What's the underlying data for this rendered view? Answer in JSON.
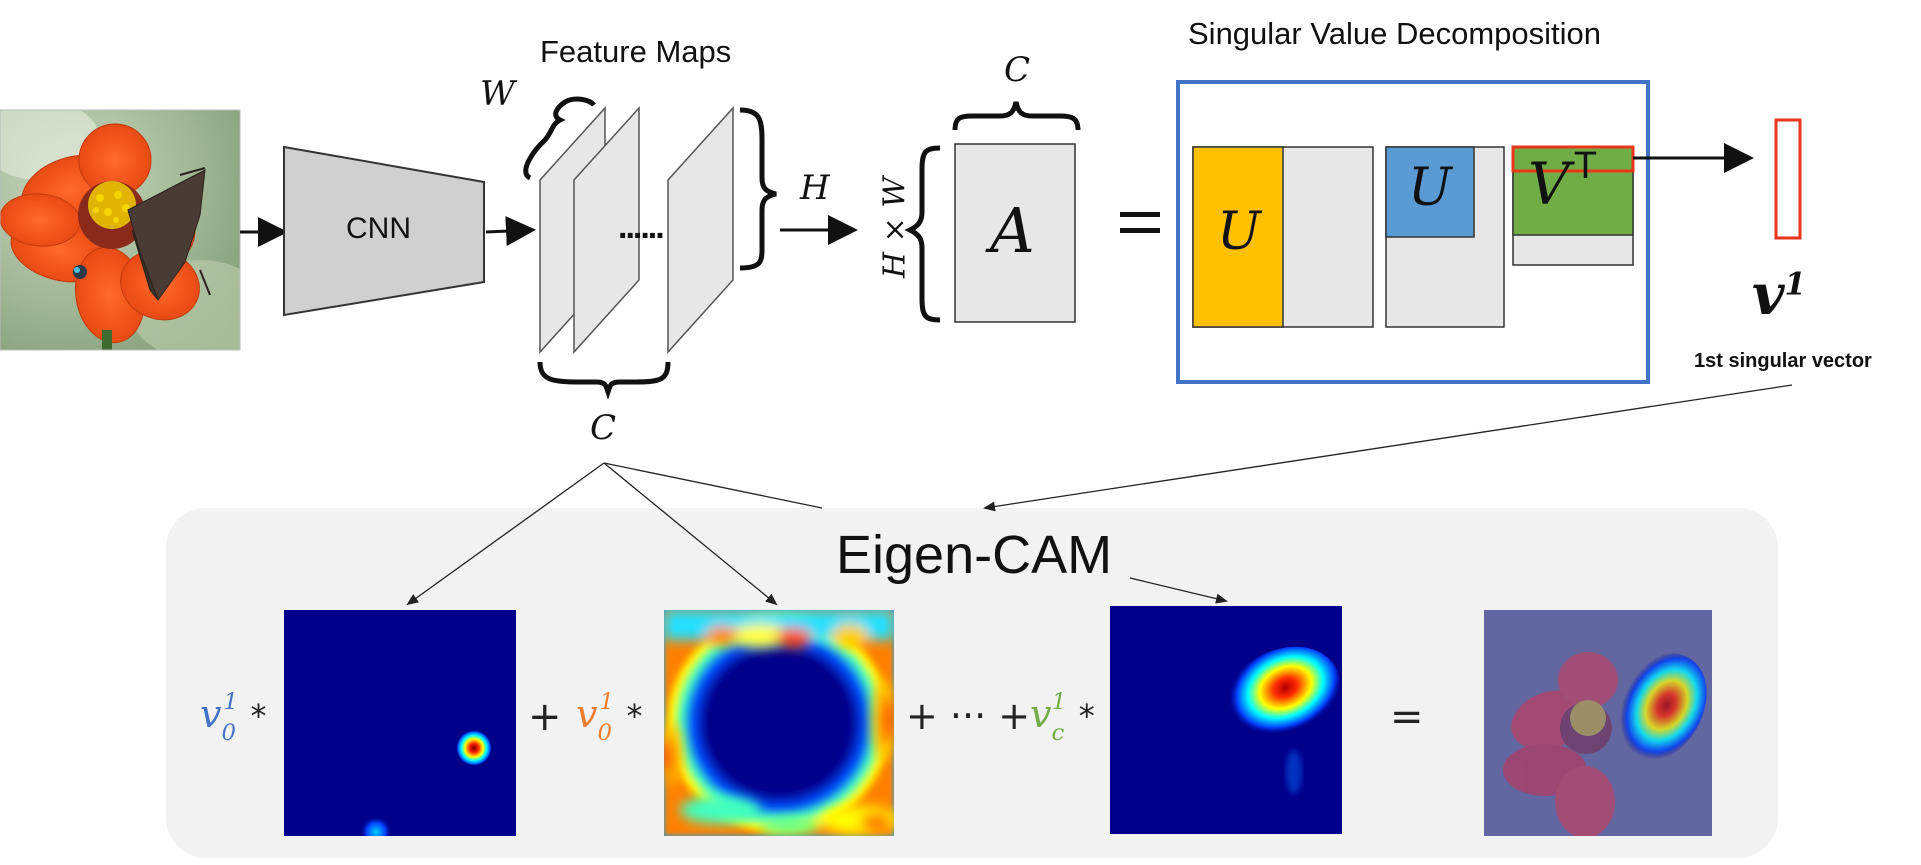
{
  "labels": {
    "feature_maps": "Feature Maps",
    "svd_title": "Singular Value Decomposition",
    "cnn": "CNN",
    "w": "W",
    "h": "H",
    "c_top": "C",
    "c_bottom": "C",
    "hxw": "H × W",
    "a": "A",
    "equals": "=",
    "u_left": "U",
    "u_mid": "U",
    "v_base": "V",
    "v_sup": "T",
    "v1_base": "v",
    "v1_sup": "1",
    "singular_vector": "1st singular vector",
    "dots": "......",
    "eigen_cam": "Eigen-CAM"
  },
  "equation": {
    "term1_v": "v",
    "term1_sub": "0",
    "term1_sup": "1",
    "term1_star": "*",
    "plus1": "+",
    "term2_v": "v",
    "term2_sub": "0",
    "term2_sup": "1",
    "term2_star": "*",
    "plus_dots_plus": "+ ··· +",
    "term3_v": "v",
    "term3_sub": "c",
    "term3_sup": "1",
    "term3_star": "*",
    "equals": "="
  },
  "colors": {
    "svd_border": "#4472c4",
    "u_yellow": "#ffc000",
    "u_blue": "#5b9bd5",
    "v_green": "#70ad47",
    "highlight_red": "#e8361a",
    "panel_bg": "#f2f2f2",
    "matrix_gray": "#e7e7e7",
    "coef_blue": "#4472c4",
    "coef_orange": "#ed7d31",
    "coef_green": "#70ad47",
    "heat_bg": "#00008b"
  }
}
